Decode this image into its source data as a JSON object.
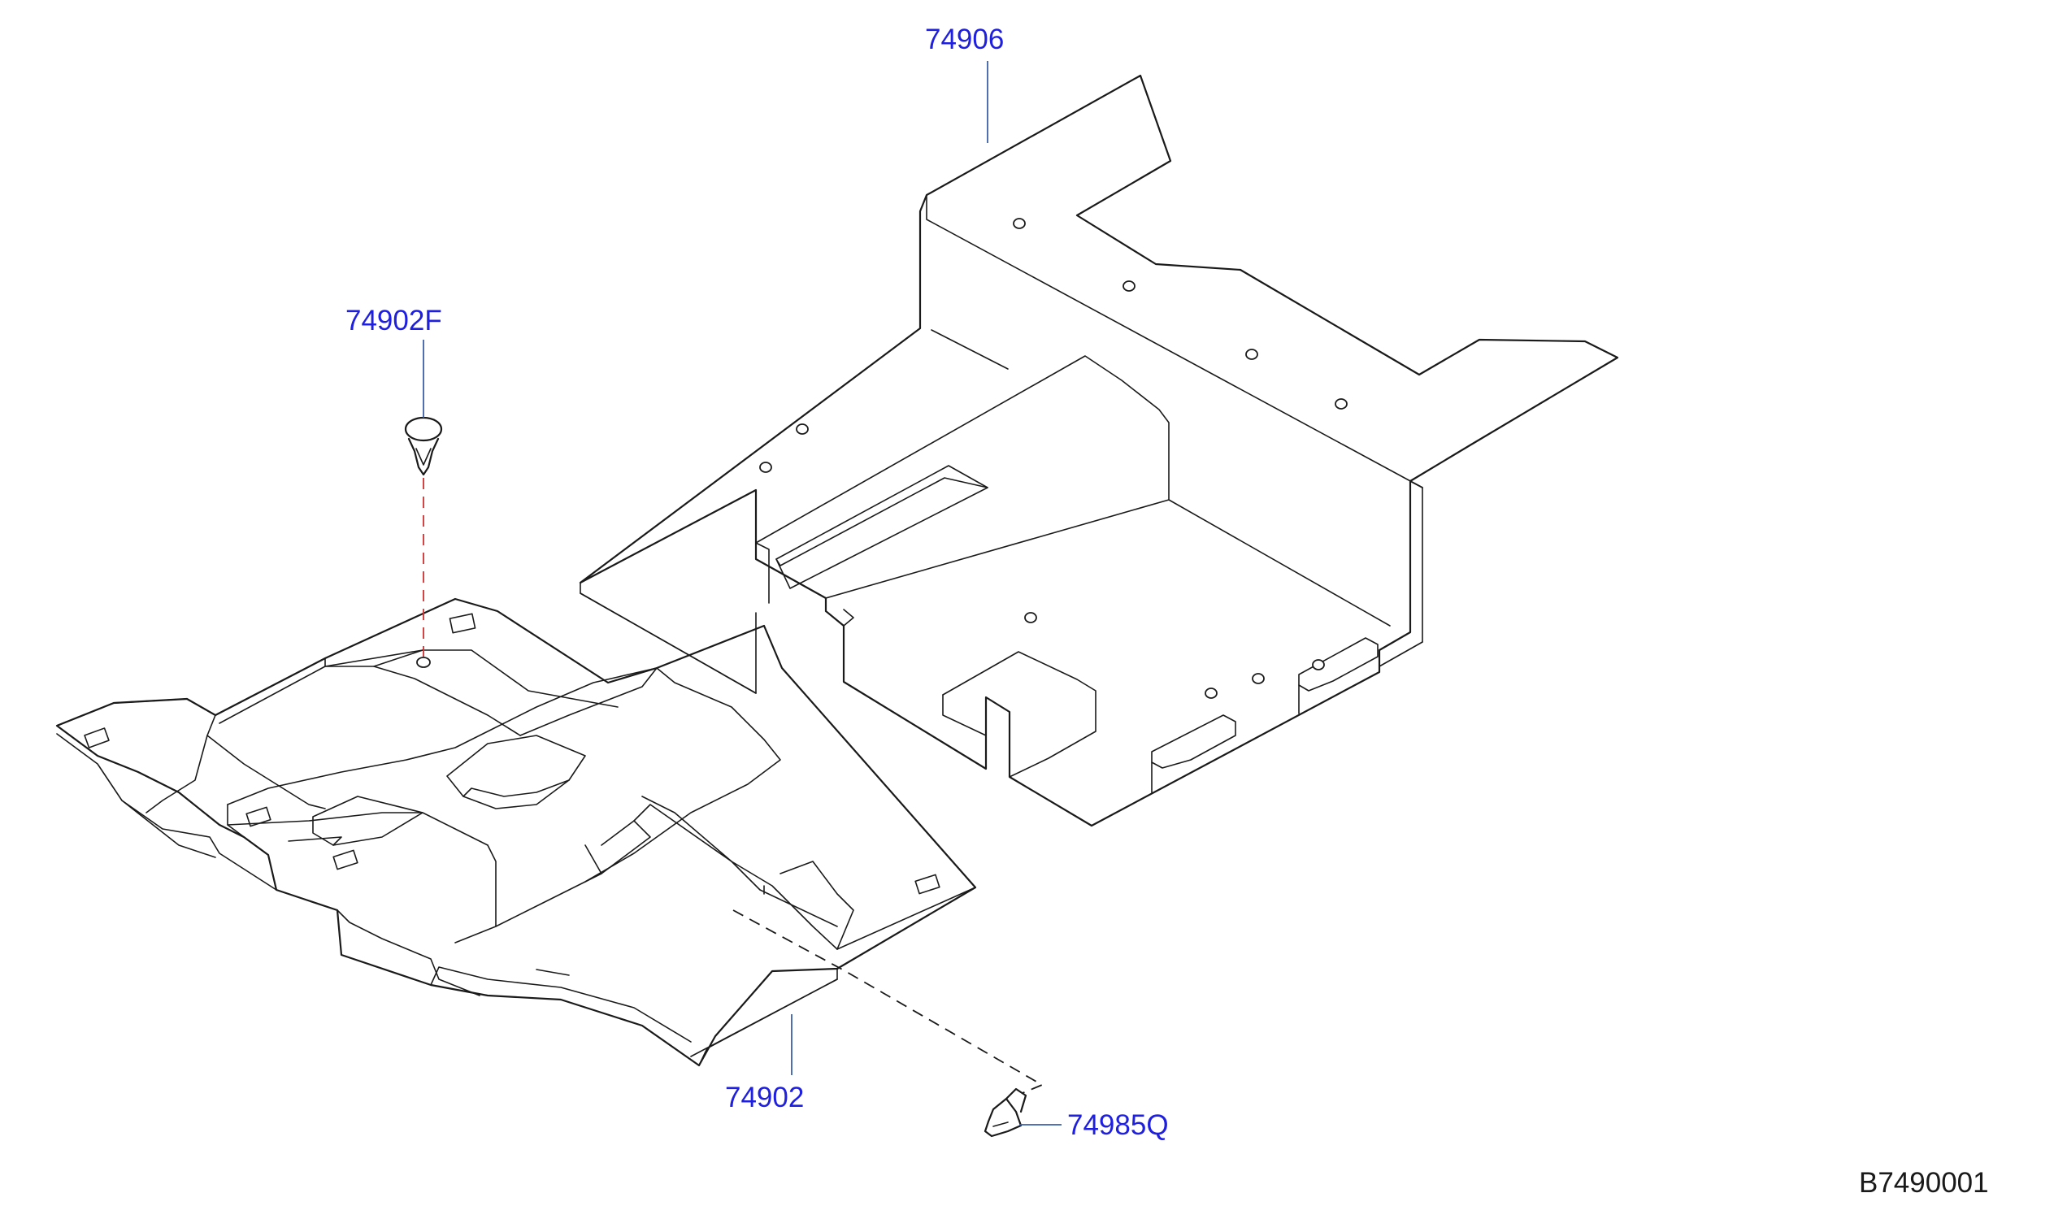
{
  "colors": {
    "label": "#1f1fe0",
    "leader": "#3a5fa8",
    "clip_path": "#d03030",
    "ink": "#1a1a1a"
  },
  "callouts": {
    "carpet_backing": "74906",
    "clip": "74902F",
    "floor_carpet": "74902",
    "hook": "74985Q"
  },
  "diagram_code": "B7490001"
}
